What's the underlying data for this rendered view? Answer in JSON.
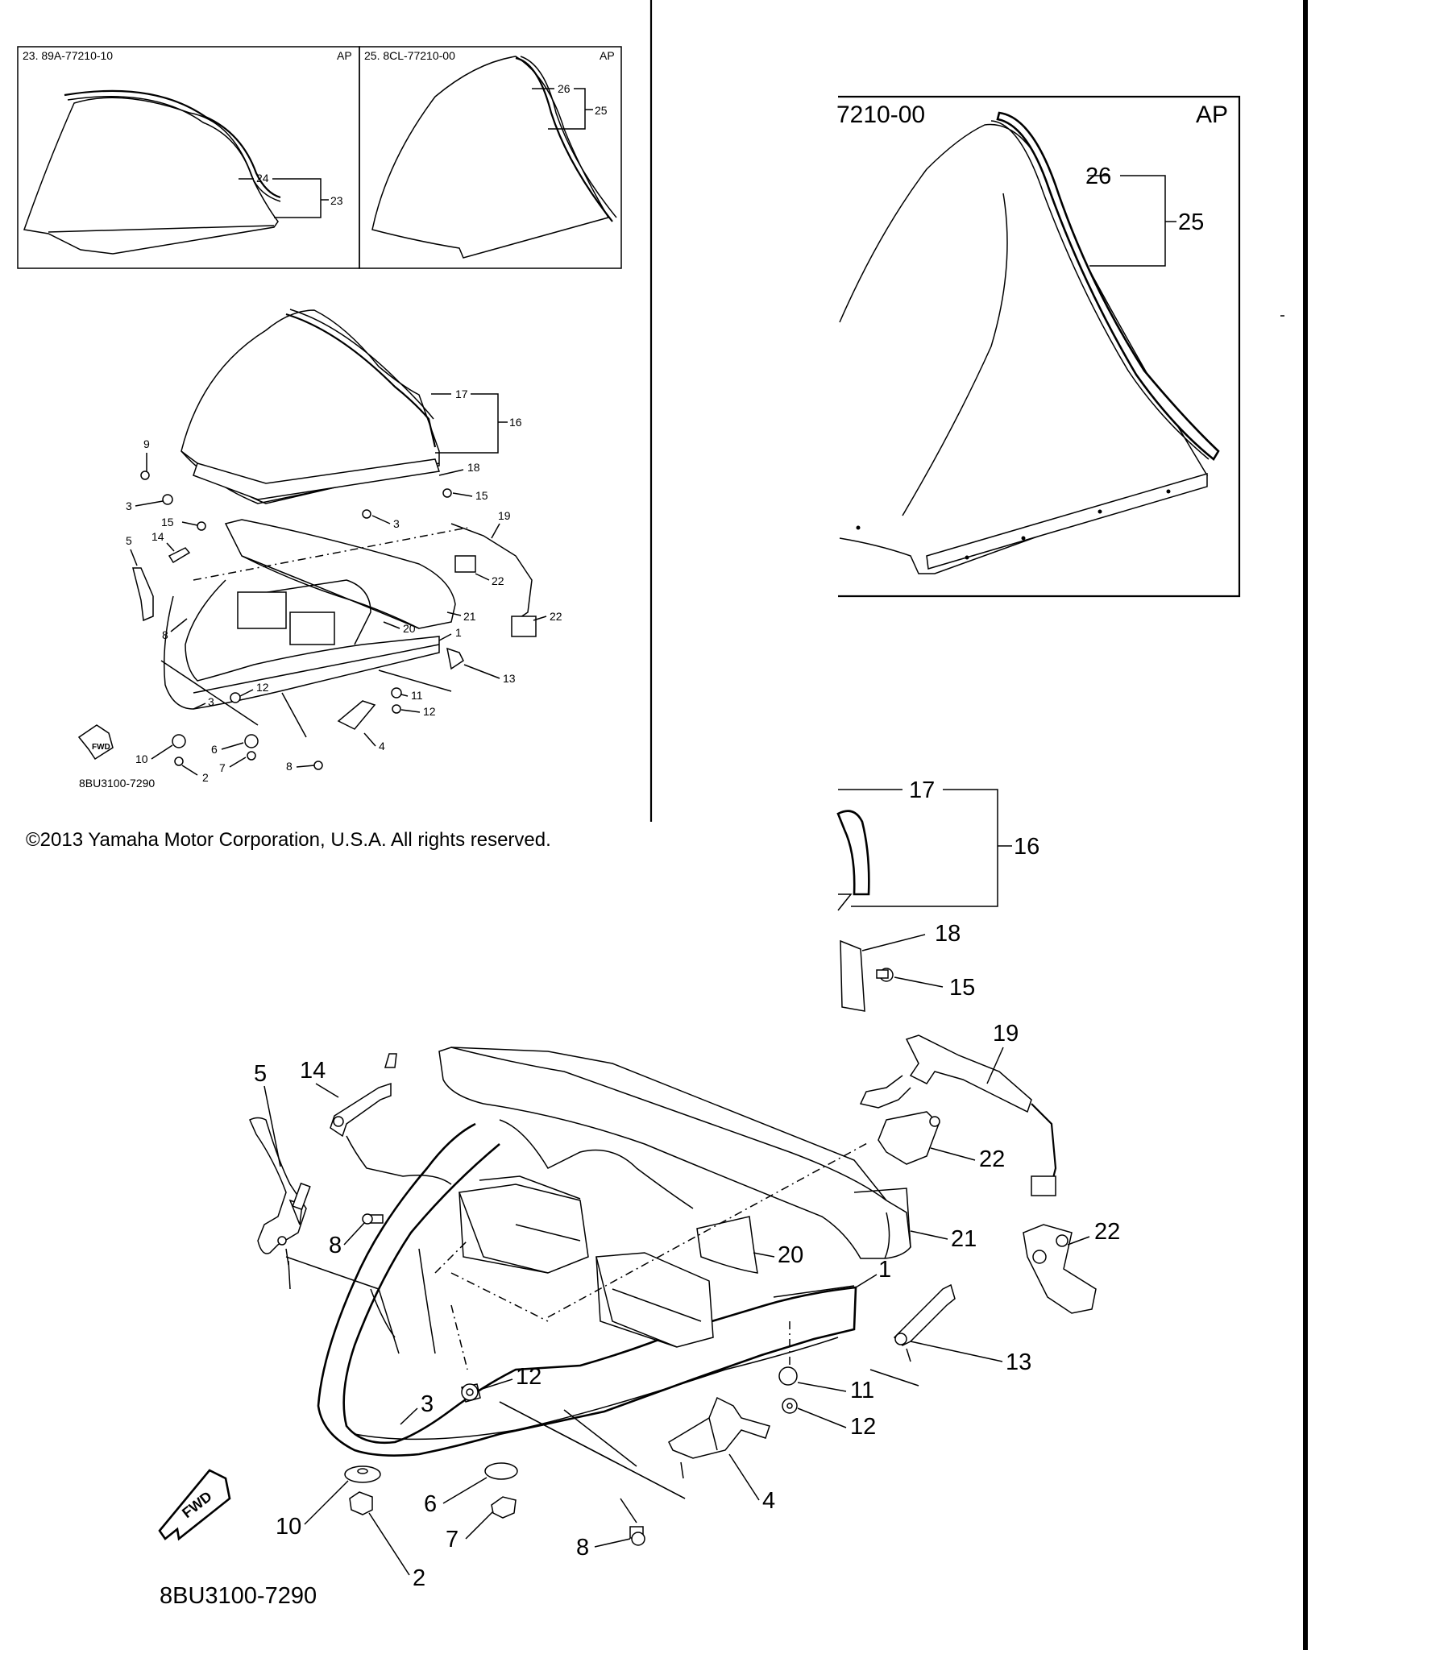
{
  "inset_left": {
    "code": "23. 89A-77210-10",
    "tag": "AP"
  },
  "inset_right": {
    "code": "25. 8CL-77210-00",
    "tag": "AP"
  },
  "zoom_inset": {
    "code": "7210-00",
    "tag": "AP"
  },
  "diagram_code": "8BU3100-7290",
  "fwd_label": "FWD",
  "copyright": "©2013 Yamaha Motor Corporation, U.S.A. All rights reserved.",
  "labels": {
    "n1": "1",
    "n2": "2",
    "n3": "3",
    "n4": "4",
    "n5": "5",
    "n6": "6",
    "n7": "7",
    "n8": "8",
    "n9": "9",
    "n10": "10",
    "n11": "11",
    "n12": "12",
    "n13": "13",
    "n14": "14",
    "n15": "15",
    "n16": "16",
    "n17": "17",
    "n18": "18",
    "n19": "19",
    "n20": "20",
    "n21": "21",
    "n22": "22",
    "n23": "23",
    "n24": "24",
    "n25": "25",
    "n26": "26"
  }
}
